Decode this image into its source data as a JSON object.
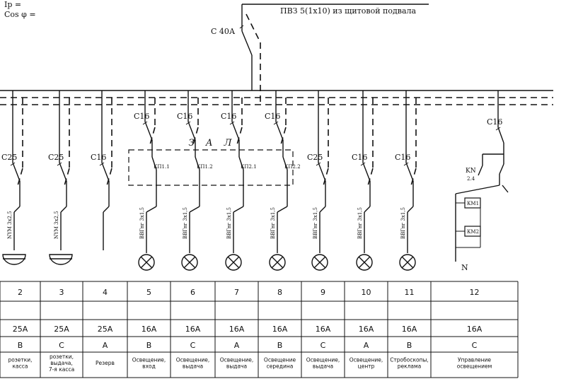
{
  "header": {
    "ip_label": "Ip =",
    "cos_label": "Cos φ ="
  },
  "feed": {
    "cable_label": "ПВЗ 5(1х10) из щитовой подвала",
    "main_breaker": "С 40А"
  },
  "zone_label": "З А Л",
  "circuits": [
    {
      "breaker": "С25",
      "cable": "NYM 3х2,5",
      "load": "socket"
    },
    {
      "breaker": "С25",
      "cable": "NYM 3х2,5",
      "load": "socket"
    },
    {
      "breaker": "С16",
      "cable": "",
      "load": "none"
    },
    {
      "breaker": "С16",
      "contact": "КП1.1",
      "cable": "ВВГнг 3х1,5",
      "load": "lamp"
    },
    {
      "breaker": "С16",
      "contact": "КП1.2",
      "cable": "ВВГнг 3х1,5",
      "load": "lamp"
    },
    {
      "breaker": "С16",
      "contact": "КП2.1",
      "cable": "ВВГнг 3х1,5",
      "load": "lamp"
    },
    {
      "breaker": "С16",
      "contact": "КП2.2",
      "cable": "ВВГнг 3х1,5",
      "load": "lamp"
    },
    {
      "breaker": "С25",
      "cable": "ВВГнг 3х1,5",
      "load": "lamp"
    },
    {
      "breaker": "С16",
      "cable": "ВВГнг 3х1,5",
      "load": "lamp"
    },
    {
      "breaker": "С16",
      "cable": "ВВГнг 3х1,5",
      "load": "lamp"
    }
  ],
  "control": {
    "breaker": "С16",
    "relay_label": "KN",
    "relay_sub": "2.4",
    "coil1": "КМ1",
    "coil2": "КМ2",
    "neutral": "N"
  },
  "table": {
    "numbers": [
      "2",
      "3",
      "4",
      "5",
      "6",
      "7",
      "8",
      "9",
      "10",
      "11",
      "12"
    ],
    "currents": [
      "25А",
      "25А",
      "25А",
      "16А",
      "16А",
      "16А",
      "16А",
      "16А",
      "16А",
      "16А",
      "16А"
    ],
    "phases": [
      "В",
      "С",
      "А",
      "В",
      "С",
      "А",
      "В",
      "С",
      "А",
      "В",
      "С"
    ],
    "descriptions": [
      [
        "розетки,",
        "касса"
      ],
      [
        "розетки,",
        "выдача,",
        "7-я касса"
      ],
      [
        "Резерв"
      ],
      [
        "Освещение,",
        "вход"
      ],
      [
        "Освещение,",
        "выдача"
      ],
      [
        "Освещение,",
        "выдача"
      ],
      [
        "Освещение",
        "середина"
      ],
      [
        "Освещение,",
        "выдача"
      ],
      [
        "Освещение,",
        "центр"
      ],
      [
        "Стробоскопы,",
        "реклама"
      ],
      [
        "Управление",
        "освещением"
      ]
    ]
  }
}
